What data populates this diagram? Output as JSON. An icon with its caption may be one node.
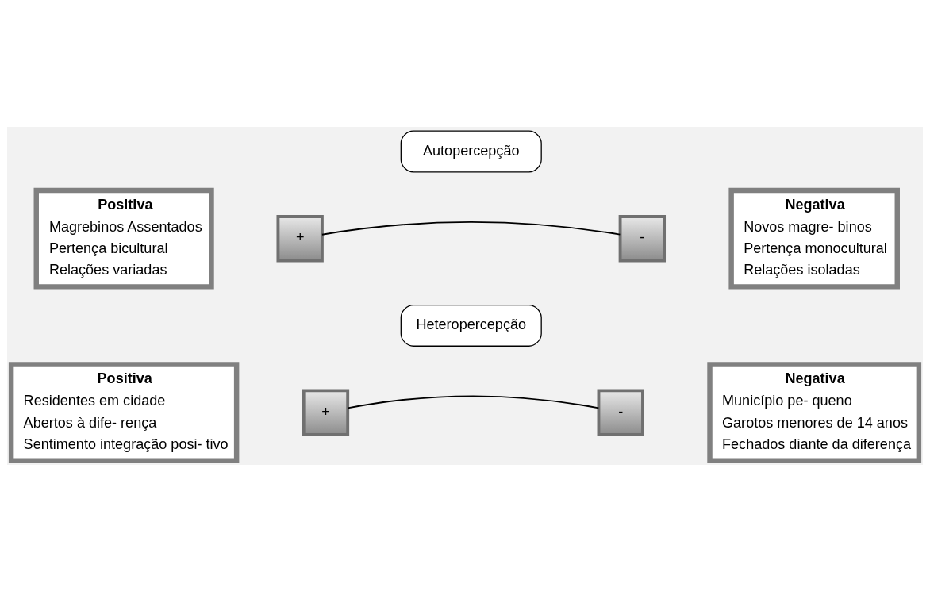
{
  "diagram": {
    "nodes": [
      {
        "text": [
          "Positiva",
          "Magrebinos Assentados",
          "Pertença bicultural",
          "Relações variadas"
        ]
      },
      {
        "text": [
          "Autopercepção"
        ]
      },
      {
        "text": [
          "+"
        ]
      },
      {
        "text": [
          "-"
        ]
      },
      {
        "text": [
          "Negativa",
          "Novos magre- binos",
          "Pertença monocultural",
          "Relações isoladas"
        ]
      },
      {
        "text": [
          "Positiva",
          "Residentes em cidade",
          "Abertos à dife- rença",
          "Sentimento integração posi- tivo"
        ]
      },
      {
        "text": [
          "Heteropercepção"
        ]
      },
      {
        "text": [
          "+"
        ]
      },
      {
        "text": [
          "-"
        ]
      },
      {
        "text": [
          "Negativa",
          "Município pe- queno",
          "Garotos menores de 14 anos",
          "Fechados diante da diferença"
        ]
      }
    ],
    "edges": [
      {
        "from": 2,
        "to": 3,
        "arrow": "none"
      },
      {
        "from": 7,
        "to": 8,
        "arrow": "none"
      }
    ]
  }
}
